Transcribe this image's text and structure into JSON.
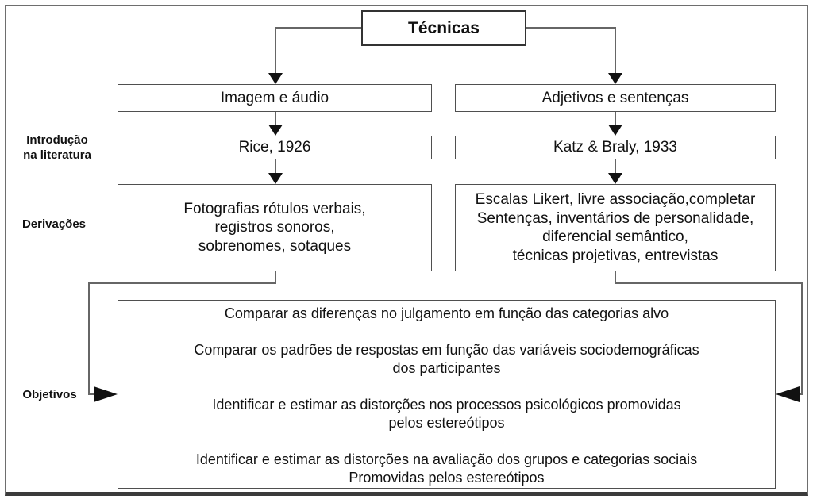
{
  "diagram": {
    "title_node": "Técnicas",
    "side_labels": {
      "introducao": "Introdução\nna literatura",
      "derivacoes": "Derivações",
      "objetivos": "Objetivos"
    },
    "columns": {
      "left": {
        "technique": "Imagem e áudio",
        "introduction": "Rice, 1926",
        "derivations": "Fotografias rótulos verbais,\nregistros sonoros,\nsobrenomes, sotaques"
      },
      "right": {
        "technique": "Adjetivos e sentenças",
        "introduction": "Katz & Braly, 1933",
        "derivations": "Escalas Likert, livre associação,completar\nSentenças, inventários de personalidade,\ndiferencial semântico,\ntécnicas projetivas, entrevistas"
      }
    },
    "objectives": [
      "Comparar as diferenças no julgamento em função das categorias alvo",
      "Comparar os padrões de respostas em  função das variáveis sociodemográficas\ndos participantes",
      "Identificar e estimar as distorções nos processos psicológicos promovidas\npelos estereótipos",
      "Identificar e estimar as distorções  na avaliação dos grupos e categorias sociais\nPromovidas pelos estereótipos"
    ],
    "colors": {
      "text": "#111111",
      "node_border": "#4f4f4f",
      "root_border": "#333333",
      "connector": "#666666",
      "arrow": "#111111",
      "frame": "#6e6e6e",
      "frame_bottom": "#3b3b3b",
      "background": "#ffffff"
    }
  }
}
